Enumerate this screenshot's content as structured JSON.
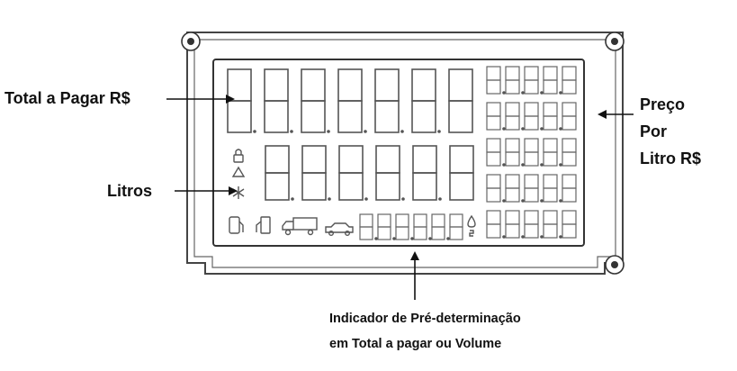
{
  "labels": {
    "total": "Total a Pagar R$",
    "litros": "Litros",
    "preco_l1": "Preço",
    "preco_l2": "Por",
    "preco_l3": "Litro  R$",
    "indicador_l1": "Indicador de Pré-determinação",
    "indicador_l2": "em Total a pagar ou Volume"
  },
  "icons": {
    "row2": [
      "lock-icon",
      "triangle-warning-icon",
      "snowflake-icon"
    ],
    "row3": [
      "fuel-pump-icon",
      "fuel-nozzle-icon",
      "truck-icon",
      "car-icon"
    ]
  }
}
